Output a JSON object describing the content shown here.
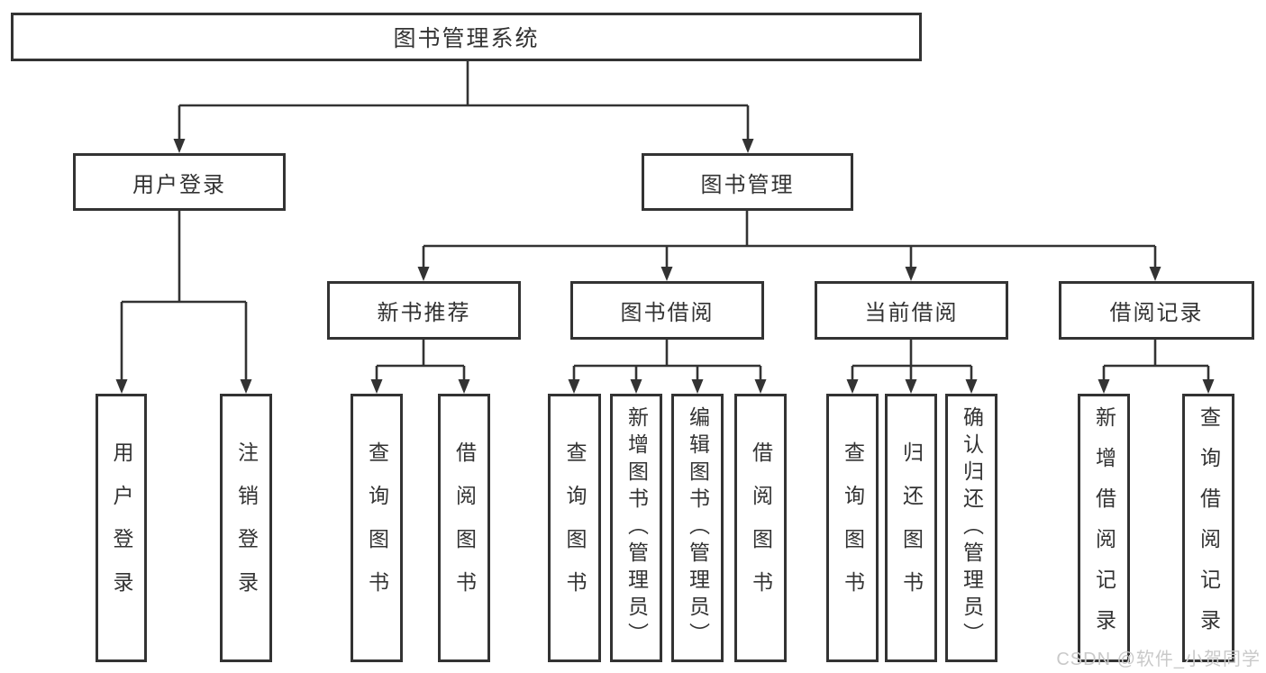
{
  "diagram": {
    "title_node": {
      "label": "图书管理系统"
    },
    "level2": [
      {
        "label": "用户登录"
      },
      {
        "label": "图书管理"
      }
    ],
    "level3": [
      {
        "label": "新书推荐"
      },
      {
        "label": "图书借阅"
      },
      {
        "label": "当前借阅"
      },
      {
        "label": "借阅记录"
      }
    ],
    "leaves": {
      "user_login": [
        "用户登录",
        "注销登录"
      ],
      "new_book": [
        "查询图书",
        "借阅图书"
      ],
      "borrow": [
        "查询图书",
        "新增图书（管理员）",
        "编辑图书（管理员）",
        "借阅图书"
      ],
      "current": [
        "查询图书",
        "归还图书",
        "确认归还（管理员）"
      ],
      "records": [
        "新增借阅记录",
        "查询借阅记录"
      ]
    },
    "colors": {
      "line": "#333333",
      "box_fill": "#ffffff",
      "text": "#333333",
      "watermark": "#c9c9c9"
    },
    "watermark": "CSDN @软件_小贺同学"
  }
}
